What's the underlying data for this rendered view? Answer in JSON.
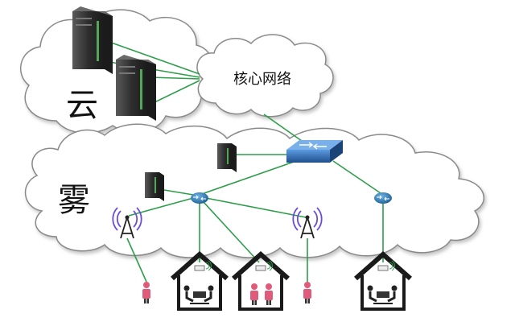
{
  "labels": {
    "cloud": "云",
    "core_network": "核心网络",
    "fog": "雾"
  },
  "icons": {
    "server": "server-rack-icon",
    "switch": "network-switch-icon",
    "router": "router-icon",
    "antenna": "antenna-tower-icon",
    "house": "house-icon",
    "person": "person-icon",
    "laptop": "laptop-icon"
  },
  "colors": {
    "link": "#2e9e4a",
    "cloud_fill": "#ffffff",
    "cloud_stroke": "#8a8a8a",
    "server_dark": "#3a3a3a",
    "server_green": "#56a65a",
    "switch_blue": "#2f6fb8",
    "router_blue": "#2a79b5",
    "person_pink": "#e05a7a"
  }
}
